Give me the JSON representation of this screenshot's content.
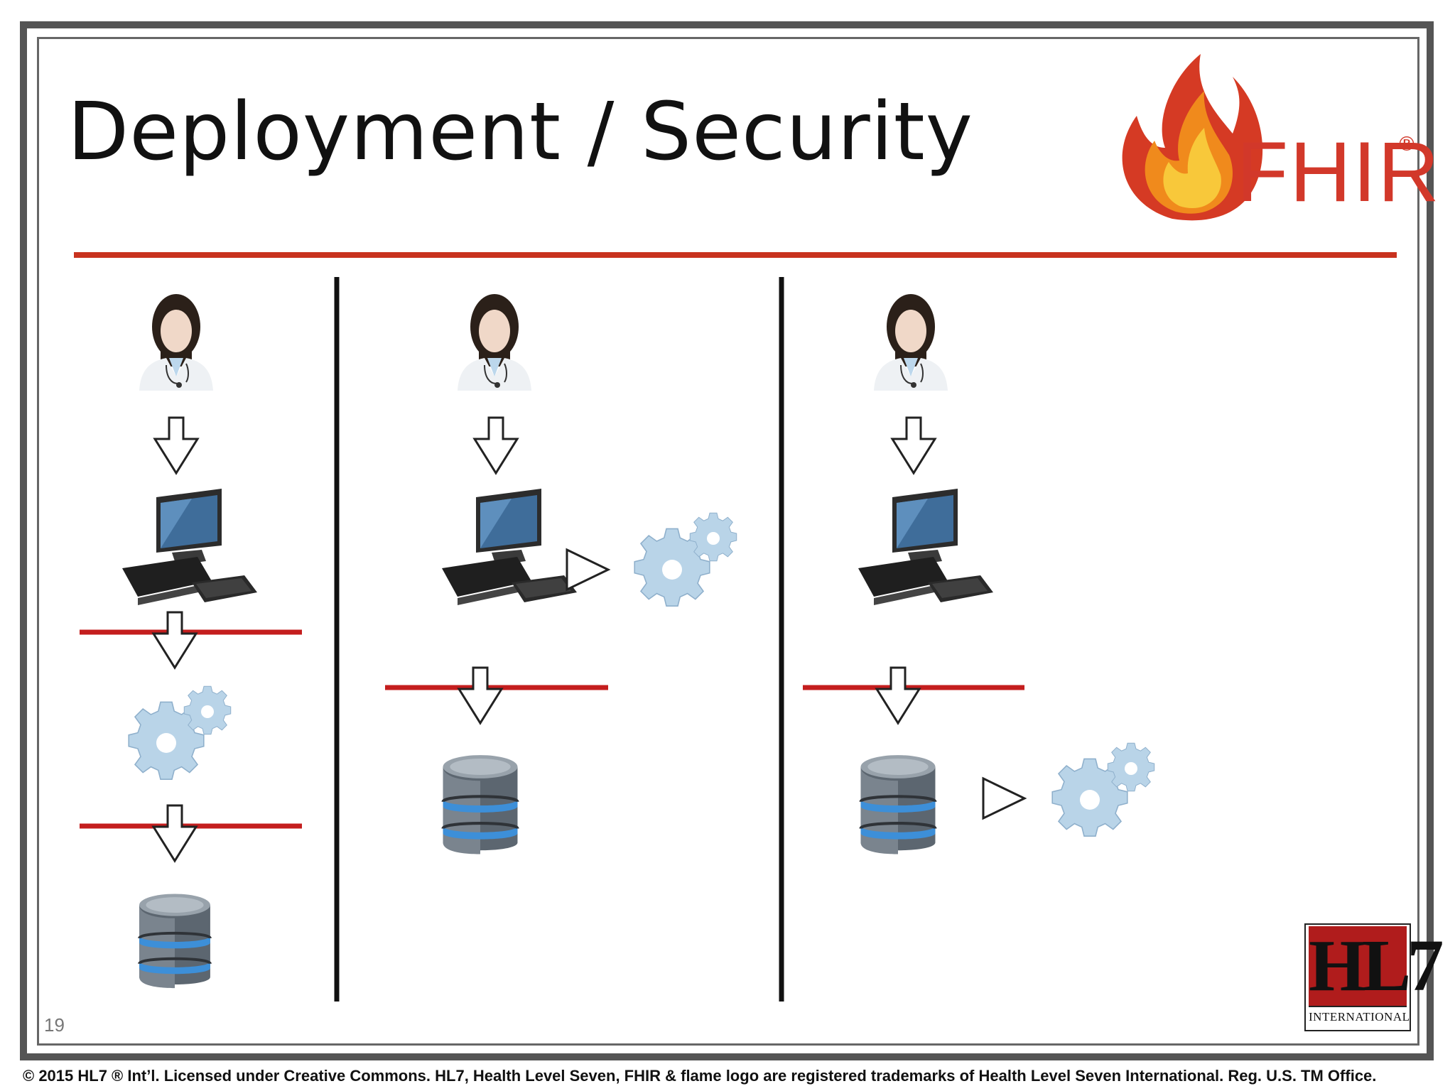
{
  "slide": {
    "title": "Deployment / Security",
    "slide_number": "19",
    "footer": "© 2015 HL7 ® Int’l. Licensed under Creative Commons. HL7, Health Level Seven, FHIR & flame logo are registered trademarks of Health Level Seven International. Reg. U.S. TM Office."
  },
  "logos": {
    "fhir": {
      "text": "FHIR",
      "mark": "®"
    },
    "hl7": {
      "letters": "HL7",
      "sub": "INTERNATIONAL"
    }
  },
  "colors": {
    "title_rule": "#c8321e",
    "boundary": "#c41e1e",
    "divider": "#111111",
    "fhir_red": "#d2382a",
    "gear": "#b9d4e8",
    "db_band": "#3d8fd8"
  },
  "icons": {
    "user": "doctor-icon",
    "client": "desktop-computer-icon",
    "logic": "gears-icon",
    "store": "database-icon",
    "flow_down": "arrow-down-icon",
    "flow_right": "arrow-right-icon",
    "boundary": "security-boundary-line"
  }
}
